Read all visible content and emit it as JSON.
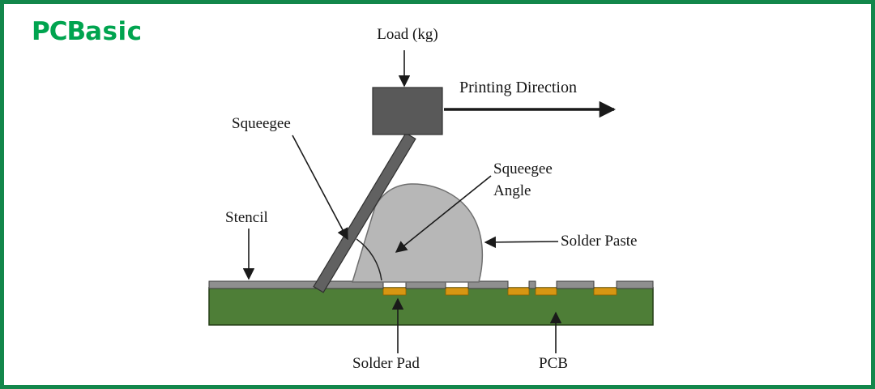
{
  "logo": {
    "text_primary": "PCB",
    "text_secondary": "asic"
  },
  "labels": {
    "load": "Load (kg)",
    "printing_direction": "Printing Direction",
    "squeegee": "Squeegee",
    "squeegee_angle_line1": "Squeegee",
    "squeegee_angle_line2": "Angle",
    "solder_paste": "Solder Paste",
    "stencil": "Stencil",
    "solder_pad": "Solder Pad",
    "pcb": "PCB"
  },
  "colors": {
    "frame_green": "#12874b",
    "logo_green": "#00a44f",
    "pcb_green": "#4e7e37",
    "pad_orange": "#d79612",
    "load_block_gray": "#595959",
    "squeegee_gray": "#616161",
    "paste_gray": "#b7b7b7",
    "stencil_gray": "#8f8f8f",
    "line_color": "#1a1a1a"
  }
}
